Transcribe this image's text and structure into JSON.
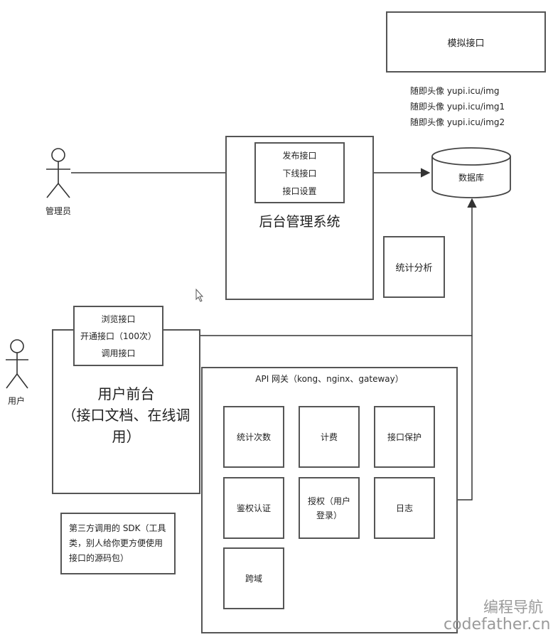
{
  "mock_api": {
    "label": "模拟接口"
  },
  "avatar_notes": [
    "随即头像 yupi.icu/img",
    "随即头像 yupi.icu/img1",
    "随即头像 yupi.icu/img2"
  ],
  "admin": {
    "label": "管理员"
  },
  "user": {
    "label": "用户"
  },
  "backend": {
    "title": "后台管理系统",
    "items": [
      "发布接口",
      "下线接口",
      "接口设置"
    ]
  },
  "database": {
    "label": "数据库"
  },
  "stats_analysis": {
    "label": "统计分析"
  },
  "frontend": {
    "title_line1": "用户前台",
    "title_line2": "（接口文档、在线调",
    "title_line3": "用）",
    "items": [
      "浏览接口",
      "开通接口（100次）",
      "调用接口"
    ]
  },
  "gateway": {
    "title": "API 网关（kong、nginx、gateway）",
    "boxes": [
      "统计次数",
      "计费",
      "接口保护",
      "鉴权认证",
      "授权（用户登录）",
      "日志",
      "跨域"
    ]
  },
  "sdk_note": {
    "text": "第三方调用的 SDK（工具类，别人给你更方便使用接口的源码包）"
  },
  "watermark": {
    "line1": "编程导航",
    "line2": "codefather.cn"
  }
}
